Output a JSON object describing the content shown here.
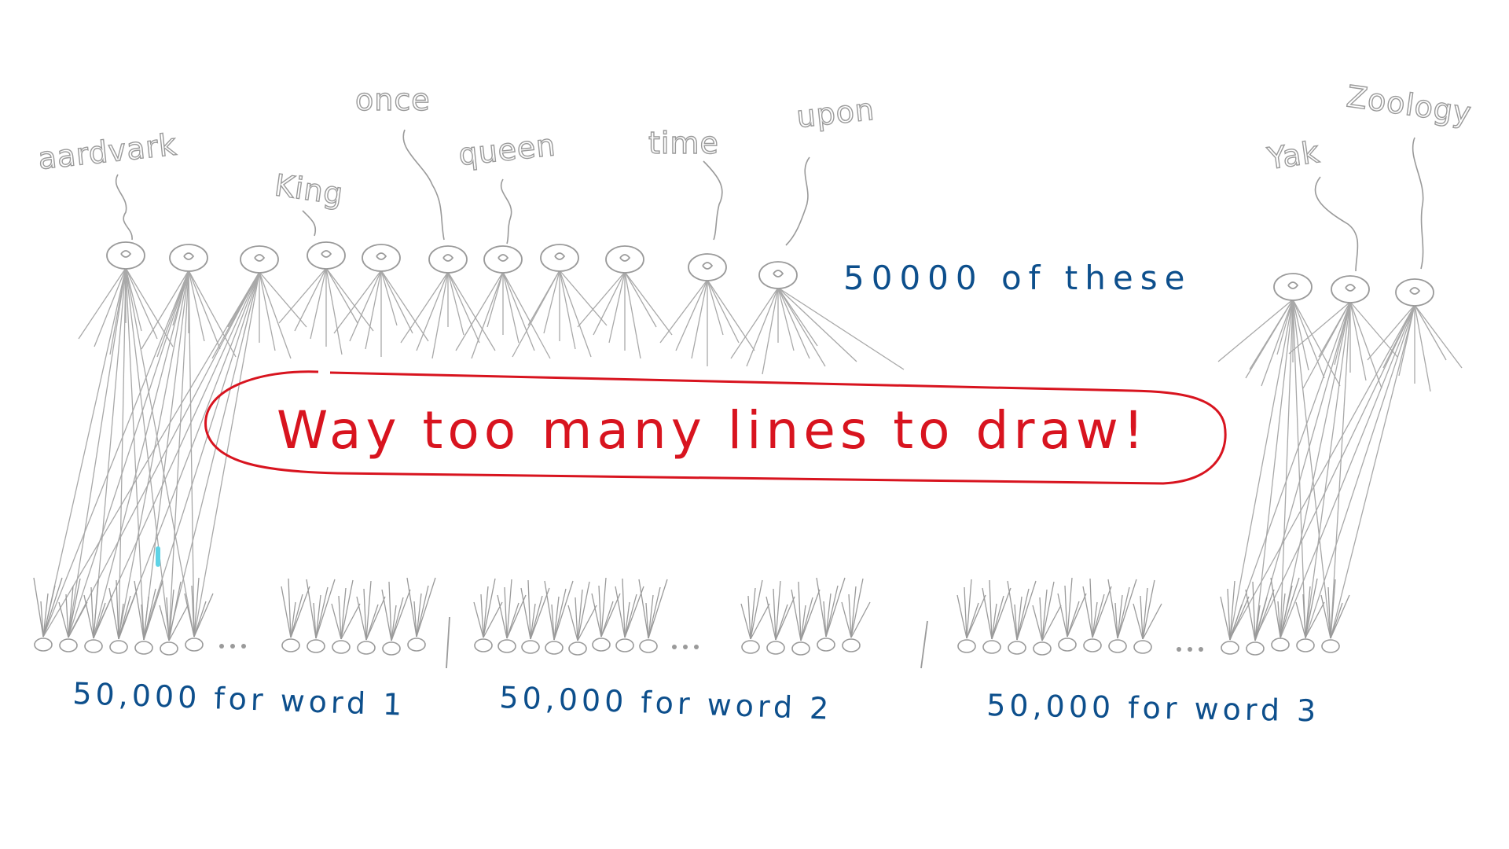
{
  "words": [
    "aardvark",
    "King",
    "once",
    "queen",
    "time",
    "upon",
    "Yak",
    "Zoology"
  ],
  "top_count_label": "50000 of these",
  "callout": "Way too many lines to draw!",
  "bottom_labels": [
    "50,000 for word 1",
    "50,000 for word 2",
    "50,000 for word 3"
  ],
  "colors": {
    "sketch": "#9a9a9a",
    "blue_ink": "#0d4f8c",
    "red_ink": "#d8141f",
    "accent_mark": "#5fd3e6"
  }
}
